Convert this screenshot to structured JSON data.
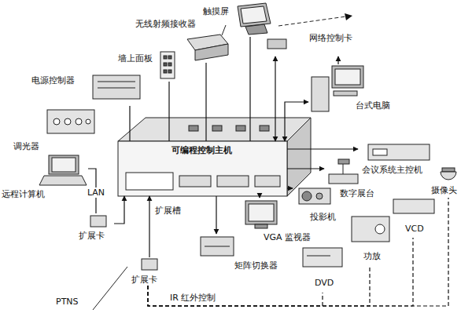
{
  "diagram": {
    "nodes": [
      {
        "text": [
          "无线射频接收器"
        ]
      },
      {
        "text": [
          "触摸屏"
        ]
      },
      {
        "text": [
          "网络控制卡"
        ]
      },
      {
        "text": [
          "墙上面板"
        ]
      },
      {
        "text": [
          "电源控制器"
        ]
      },
      {
        "text": [
          "台式电脑"
        ]
      },
      {
        "text": [
          "可编程控制主机"
        ]
      },
      {
        "text": [
          "远程计算机"
        ]
      },
      {
        "text": [
          "扩展卡"
        ]
      },
      {
        "text": [
          "扩展卡"
        ]
      },
      {
        "text": [
          "会议系统主控机"
        ]
      },
      {
        "text": [
          "数字展台"
        ]
      },
      {
        "text": [
          "摄像头"
        ]
      },
      {
        "text": [
          "投影机"
        ]
      },
      {
        "text": [
          "VGA 监视器"
        ]
      },
      {
        "text": [
          "VCD"
        ]
      },
      {
        "text": [
          "功放"
        ]
      },
      {
        "text": [
          "DVD"
        ]
      },
      {
        "text": [
          "矩阵切换器"
        ]
      }
    ],
    "edges": [
      {
        "from": 0,
        "to": 6,
        "arrow": "none"
      },
      {
        "from": 1,
        "to": 6,
        "arrow": "none"
      },
      {
        "from": 2,
        "to": 6,
        "arrow": "both"
      },
      {
        "from": 5,
        "to": 2,
        "arrow": "to"
      },
      {
        "from": 5,
        "to": 6,
        "arrow": "both"
      },
      {
        "from": 3,
        "to": 6,
        "arrow": "none"
      },
      {
        "from": 4,
        "to": 6,
        "arrow": "none"
      },
      {
        "from": 7,
        "to": 8,
        "label": "LAN",
        "arrow": "none"
      },
      {
        "from": 8,
        "to": 6,
        "arrow": "to"
      },
      {
        "from": 9,
        "to": 6,
        "arrow": "to"
      },
      {
        "from": 6,
        "to": 10,
        "arrow": "to"
      },
      {
        "from": 6,
        "to": 11,
        "arrow": "to"
      },
      {
        "from": 6,
        "to": 13,
        "arrow": "to"
      },
      {
        "from": 6,
        "to": 14,
        "arrow": "to"
      },
      {
        "from": 6,
        "to": 18,
        "arrow": "to"
      },
      {
        "from": 9,
        "to": 17,
        "arrow": "none"
      },
      {
        "from": 9,
        "to": 16,
        "arrow": "none"
      },
      {
        "from": 9,
        "to": 15,
        "arrow": "none"
      },
      {
        "from": 9,
        "to": 12,
        "arrow": "none"
      }
    ],
    "labels": [
      "调光器",
      "扩展槽",
      "IR 红外控制",
      "PTNS"
    ]
  }
}
